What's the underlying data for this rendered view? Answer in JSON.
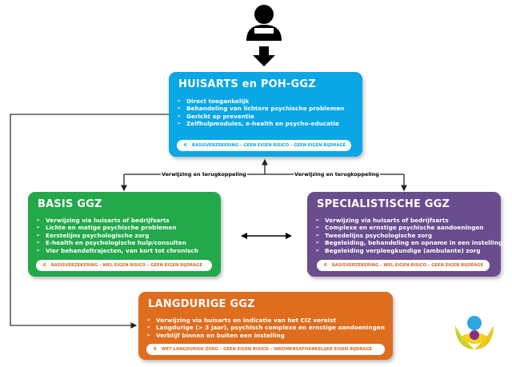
{
  "nodes": {
    "huisarts": {
      "title": "HUISARTS en POH-GGZ",
      "items": [
        "Direct toegankelijk",
        "Behandeling van lichtere psychische problemen",
        "Gericht op preventie",
        "Zelfhulpmodules, e-health en psycho-educatie"
      ],
      "footer_symbol": "€",
      "footer": "BASISVERZEKERING – GEEN EIGEN RISICO – GEEN EIGEN BIJDRAGE",
      "color": "#0aa6e6"
    },
    "basis": {
      "title": "BASIS GGZ",
      "items": [
        "Verwijzing via huisarts of bedrijfsarts",
        "Lichte en matige psychische problemen",
        "Eerstelijns psychologische zorg",
        "E-health en psychologische hulp/consulten",
        "Vier behandeltrajecten, van kort tot chronisch"
      ],
      "footer_symbol": "€",
      "footer": "BASISVERZEKERING – WEL EIGEN RISICO – GEEN EIGEN BIJDRAGE",
      "color": "#23a84a"
    },
    "specialistisch": {
      "title": "SPECIALISTISCHE GGZ",
      "items": [
        "Verwijzing via huisarts of bedrijfsarts",
        "Complexe en ernstige psychische aandoeningen",
        "Tweedelijns psychologische zorg",
        "Begeleiding, behandeling en opname in een instelling",
        "Begeleiding verpleegkundige (ambulante) zorg"
      ],
      "footer_symbol": "€",
      "footer": "BASISVERZEKERING – WEL EIGEN RISICO – GEEN EIGEN BIJDRAGE",
      "color": "#6a4d8f"
    },
    "langdurig": {
      "title": "LANGDURIGE GGZ",
      "items": [
        "Verwijzing via huisarts en indicatie van het CIZ vereist",
        "Langdurige (> 3 jaar), psychisch complexe en ernstige aandoeningen",
        "Verblijf binnen en buiten een instelling"
      ],
      "footer_symbol": "€",
      "footer": "WET LANGDURIGE ZORG – GEEN EIGEN RISICO – INKOMENSAFHANKELIJKE EIGEN BIJDRAGE",
      "color": "#de6d1e"
    }
  },
  "edges": {
    "left_label": "Verwijzing en terugkoppeling",
    "right_label": "Verwijzing en terugkoppeling"
  },
  "icons": {
    "person": "person-icon",
    "logo": "leaf-logo-icon"
  }
}
